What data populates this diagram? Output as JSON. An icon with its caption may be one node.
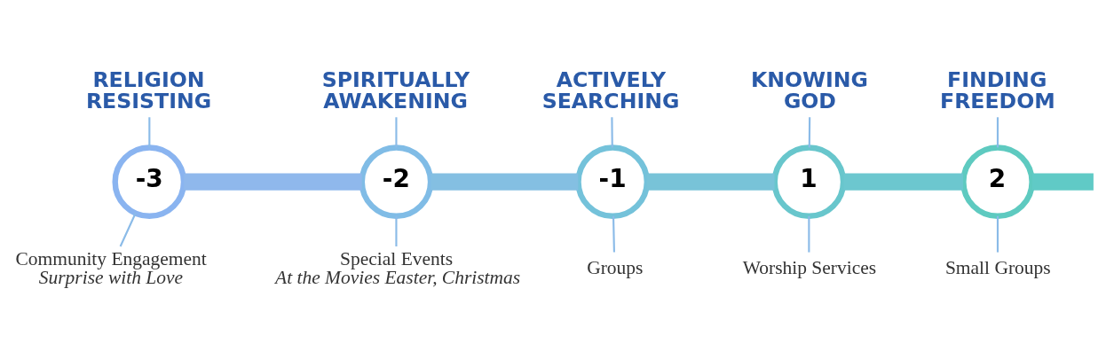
{
  "diagram": {
    "nodes": [
      {
        "text": [
          "RELIGION RESISTING"
        ]
      },
      {
        "text": [
          "SPIRITUALLY AWAKENING"
        ]
      },
      {
        "text": [
          "ACTIVELY SEARCHING"
        ]
      },
      {
        "text": [
          "KNOWING GOD"
        ]
      },
      {
        "text": [
          "FINDING FREEDOM"
        ]
      },
      {
        "text": [
          "-3"
        ]
      },
      {
        "text": [
          "-2"
        ]
      },
      {
        "text": [
          "-1"
        ]
      },
      {
        "text": [
          "1"
        ]
      },
      {
        "text": [
          "2"
        ]
      },
      {
        "text": [
          "Community Engagement",
          "Surprise with Love"
        ]
      },
      {
        "text": [
          "Special Events",
          "At the Movies Easter, Christmas"
        ]
      },
      {
        "text": [
          "Groups"
        ]
      },
      {
        "text": [
          "Worship Services"
        ]
      },
      {
        "text": [
          "Small Groups"
        ]
      }
    ],
    "edges": [
      {
        "from": 0,
        "to": 5,
        "arrow": "none"
      },
      {
        "from": 1,
        "to": 6,
        "arrow": "none"
      },
      {
        "from": 2,
        "to": 7,
        "arrow": "none"
      },
      {
        "from": 3,
        "to": 8,
        "arrow": "none"
      },
      {
        "from": 4,
        "to": 9,
        "arrow": "none"
      },
      {
        "from": 5,
        "to": 10,
        "arrow": "none"
      },
      {
        "from": 6,
        "to": 11,
        "arrow": "none"
      },
      {
        "from": 7,
        "to": 12,
        "arrow": "none"
      },
      {
        "from": 8,
        "to": 13,
        "arrow": "none"
      },
      {
        "from": 9,
        "to": 14,
        "arrow": "none"
      },
      {
        "from": 5,
        "to": 6,
        "arrow": "none",
        "style": "thick",
        "color": "#8fb8ec"
      },
      {
        "from": 6,
        "to": 7,
        "arrow": "none",
        "style": "thick",
        "color": "#84bfe2"
      },
      {
        "from": 7,
        "to": 8,
        "arrow": "none",
        "style": "thick",
        "color": "#78c3d8"
      },
      {
        "from": 8,
        "to": 9,
        "arrow": "none",
        "style": "thick",
        "color": "#6cc7cf"
      },
      {
        "from": 9,
        "to": null,
        "arrow": "none",
        "style": "thick",
        "color": "#60cac6"
      }
    ]
  }
}
